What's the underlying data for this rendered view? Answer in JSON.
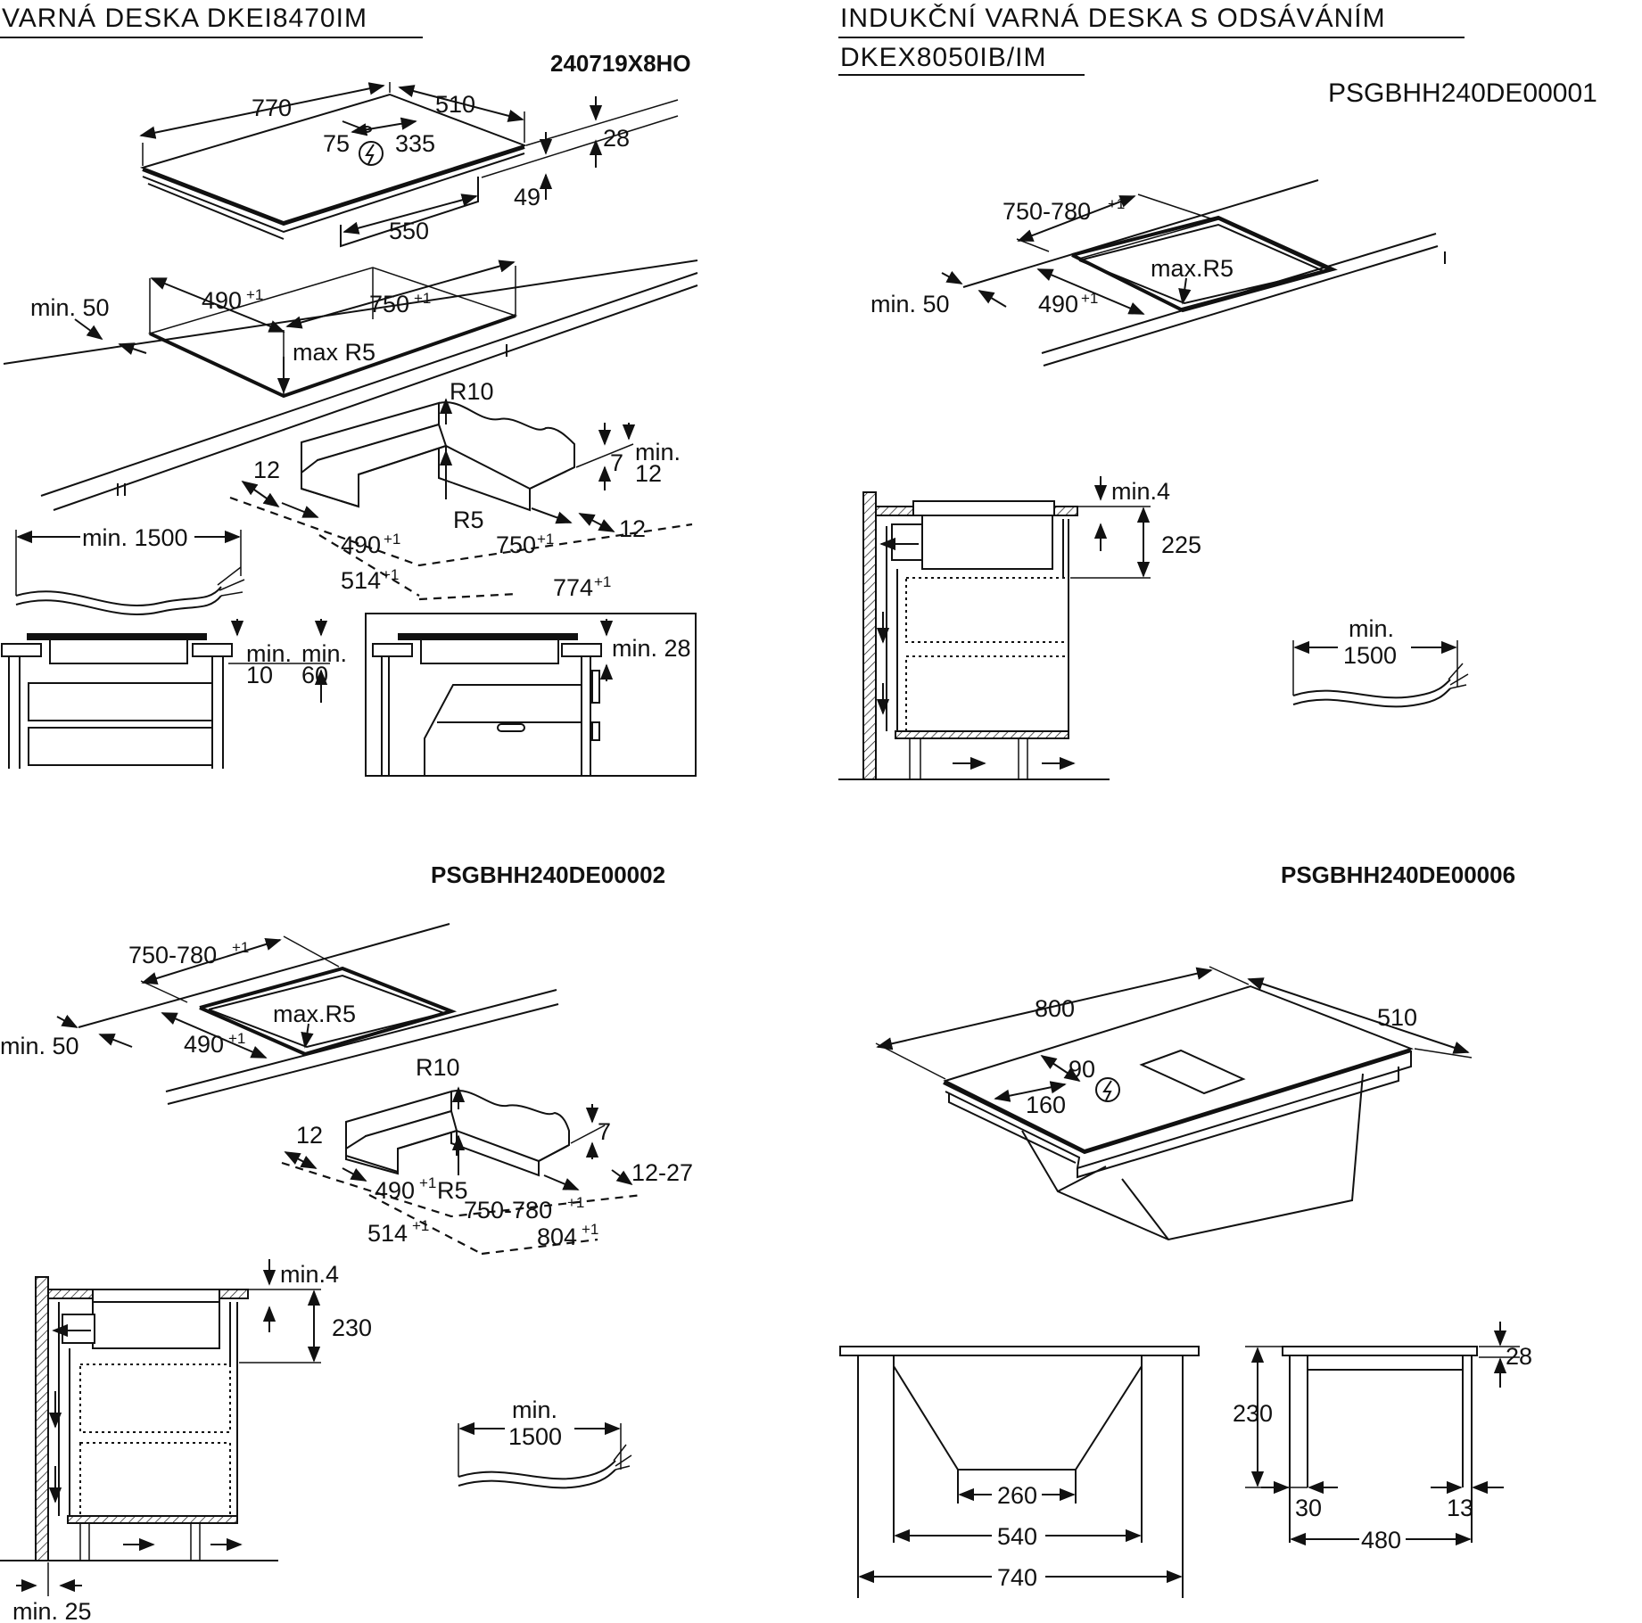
{
  "headings": {
    "hob_a": "VARNÁ DESKA DKEI8470IM",
    "hob_b_line1": "INDUKČNÍ VARNÁ DESKA S ODSÁVÁNÍM",
    "hob_b_line2": "DKEX8050IB/IM"
  },
  "codes": {
    "c1": "240719X8HO",
    "c2": "PSGBHH240DE00001",
    "c3": "PSGBHH240DE00002",
    "c4": "PSGBHH240DE00006"
  },
  "plus_one": "+1",
  "panel_a": {
    "d770": "770",
    "d510": "510",
    "d28": "28",
    "d75": "75",
    "d335": "335",
    "d49": "49",
    "d550": "550",
    "min50": "min. 50",
    "d490": "490",
    "d750": "750",
    "maxR5": "max R5",
    "R10": "R10",
    "d12a": "12",
    "d7": "7",
    "min12_l1": "min.",
    "min12_l2": "12",
    "R5": "R5",
    "d12b": "12",
    "d490b": "490",
    "d750b": "750",
    "d514": "514",
    "d774": "774",
    "min1500": "min. 1500",
    "min10_l1": "min.",
    "min10_l2": "10",
    "min60_l1": "min.",
    "min60_l2": "60",
    "min28": "min. 28"
  },
  "panel_b": {
    "range": "750-780",
    "min50": "min. 50",
    "d490": "490",
    "maxR5": "max.R5",
    "min4": "min.4",
    "d225": "225",
    "min1500_l1": "min.",
    "min1500_l2": "1500"
  },
  "panel_c": {
    "range": "750-780",
    "min50": "min. 50",
    "d490": "490",
    "maxR5": "max.R5",
    "R10": "R10",
    "d12": "12",
    "d7": "7",
    "d12_27": "12-27",
    "d490b": "490",
    "R5": "R5",
    "range2": "750-780",
    "d514": "514",
    "d804": "804",
    "min4": "min.4",
    "d230": "230",
    "min1500_l1": "min.",
    "min1500_l2": "1500",
    "min25": "min. 25"
  },
  "panel_d": {
    "d800": "800",
    "d510": "510",
    "d90": "90",
    "d160": "160",
    "d260": "260",
    "d540": "540",
    "d740": "740",
    "d28": "28",
    "d230": "230",
    "d30": "30",
    "d13": "13",
    "d480": "480"
  }
}
